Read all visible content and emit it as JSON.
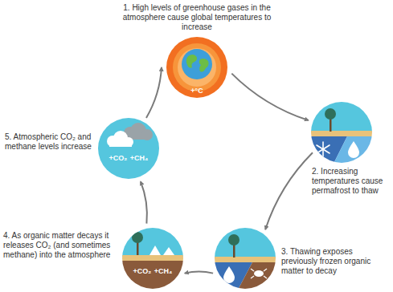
{
  "diagram": {
    "nodes": [
      {
        "text": [
          "1. High levels of greenhouse gases in the atmosphere cause global temperatures to increase",
          "+°C"
        ]
      },
      {
        "text": [
          "2. Increasing temperatures cause permafrost to thaw"
        ]
      },
      {
        "text": [
          "3. Thawing exposes previously frozen organic matter to decay"
        ]
      },
      {
        "text": [
          "4. As organic matter decays it releases CO₂ (and sometimes methane) into the atmosphere",
          "+CO₂",
          "+CH₄"
        ]
      },
      {
        "text": [
          "5. Atmospheric CO₂ and methane levels increase",
          "+CO₂",
          "+CH₄"
        ]
      }
    ],
    "edges": [
      {
        "from": 0,
        "to": 1,
        "arrow": "to"
      },
      {
        "from": 1,
        "to": 2,
        "arrow": "to"
      },
      {
        "from": 2,
        "to": 3,
        "arrow": "to"
      },
      {
        "from": 3,
        "to": 4,
        "arrow": "to"
      },
      {
        "from": 4,
        "to": 0,
        "arrow": "to"
      }
    ]
  }
}
